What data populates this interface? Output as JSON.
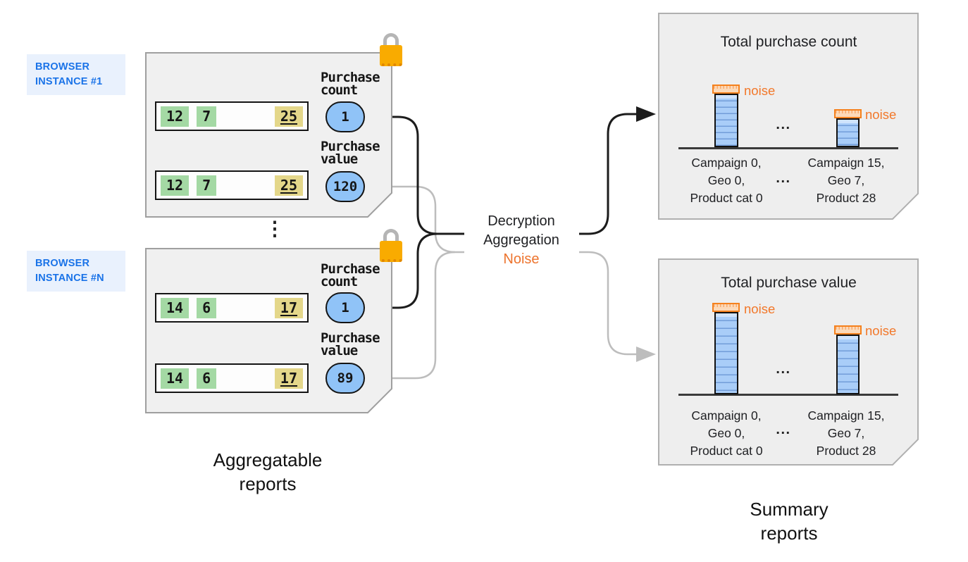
{
  "colors": {
    "accent_blue": "#1a73e8",
    "chip_green": "#a4d9a4",
    "chip_yellow": "#e4d78a",
    "circle_blue": "#90c3f7",
    "bar_blue": "#a9cdf8",
    "noise_orange": "#f2782a",
    "lock_orange": "#f9ab00"
  },
  "instances": [
    {
      "badge": [
        "BROWSER",
        "INSTANCE #1"
      ],
      "reports": [
        {
          "keys": [
            "12",
            "7"
          ],
          "value": "25",
          "metric": [
            "Purchase",
            "count"
          ],
          "metric_value": "1"
        },
        {
          "keys": [
            "12",
            "7"
          ],
          "value": "25",
          "metric": [
            "Purchase",
            "value"
          ],
          "metric_value": "120"
        }
      ]
    },
    {
      "badge": [
        "BROWSER",
        "INSTANCE #N"
      ],
      "reports": [
        {
          "keys": [
            "14",
            "6"
          ],
          "value": "17",
          "metric": [
            "Purchase",
            "count"
          ],
          "metric_value": "1"
        },
        {
          "keys": [
            "14",
            "6"
          ],
          "value": "17",
          "metric": [
            "Purchase",
            "value"
          ],
          "metric_value": "89"
        }
      ]
    }
  ],
  "between_instances_ellipsis": "⋮",
  "process": {
    "line1": "Decryption",
    "line2": "Aggregation",
    "noise_line": "Noise"
  },
  "summary_cards": [
    {
      "title": "Total purchase count",
      "bars": [
        {
          "noise_label": "noise",
          "x_label": [
            "Campaign 0,",
            "Geo 0,",
            "Product cat 0"
          ]
        },
        {
          "noise_label": "noise",
          "x_label": [
            "Campaign 15,",
            "Geo 7,",
            "Product 28"
          ]
        }
      ],
      "bars_ellipsis": "...",
      "labels_ellipsis": "..."
    },
    {
      "title": "Total purchase value",
      "bars": [
        {
          "noise_label": "noise",
          "x_label": [
            "Campaign 0,",
            "Geo 0,",
            "Product cat 0"
          ]
        },
        {
          "noise_label": "noise",
          "x_label": [
            "Campaign 15,",
            "Geo 7,",
            "Product 28"
          ]
        }
      ],
      "bars_ellipsis": "...",
      "labels_ellipsis": "..."
    }
  ],
  "captions": {
    "left": [
      "Aggregatable",
      "reports"
    ],
    "right": [
      "Summary",
      "reports"
    ]
  }
}
